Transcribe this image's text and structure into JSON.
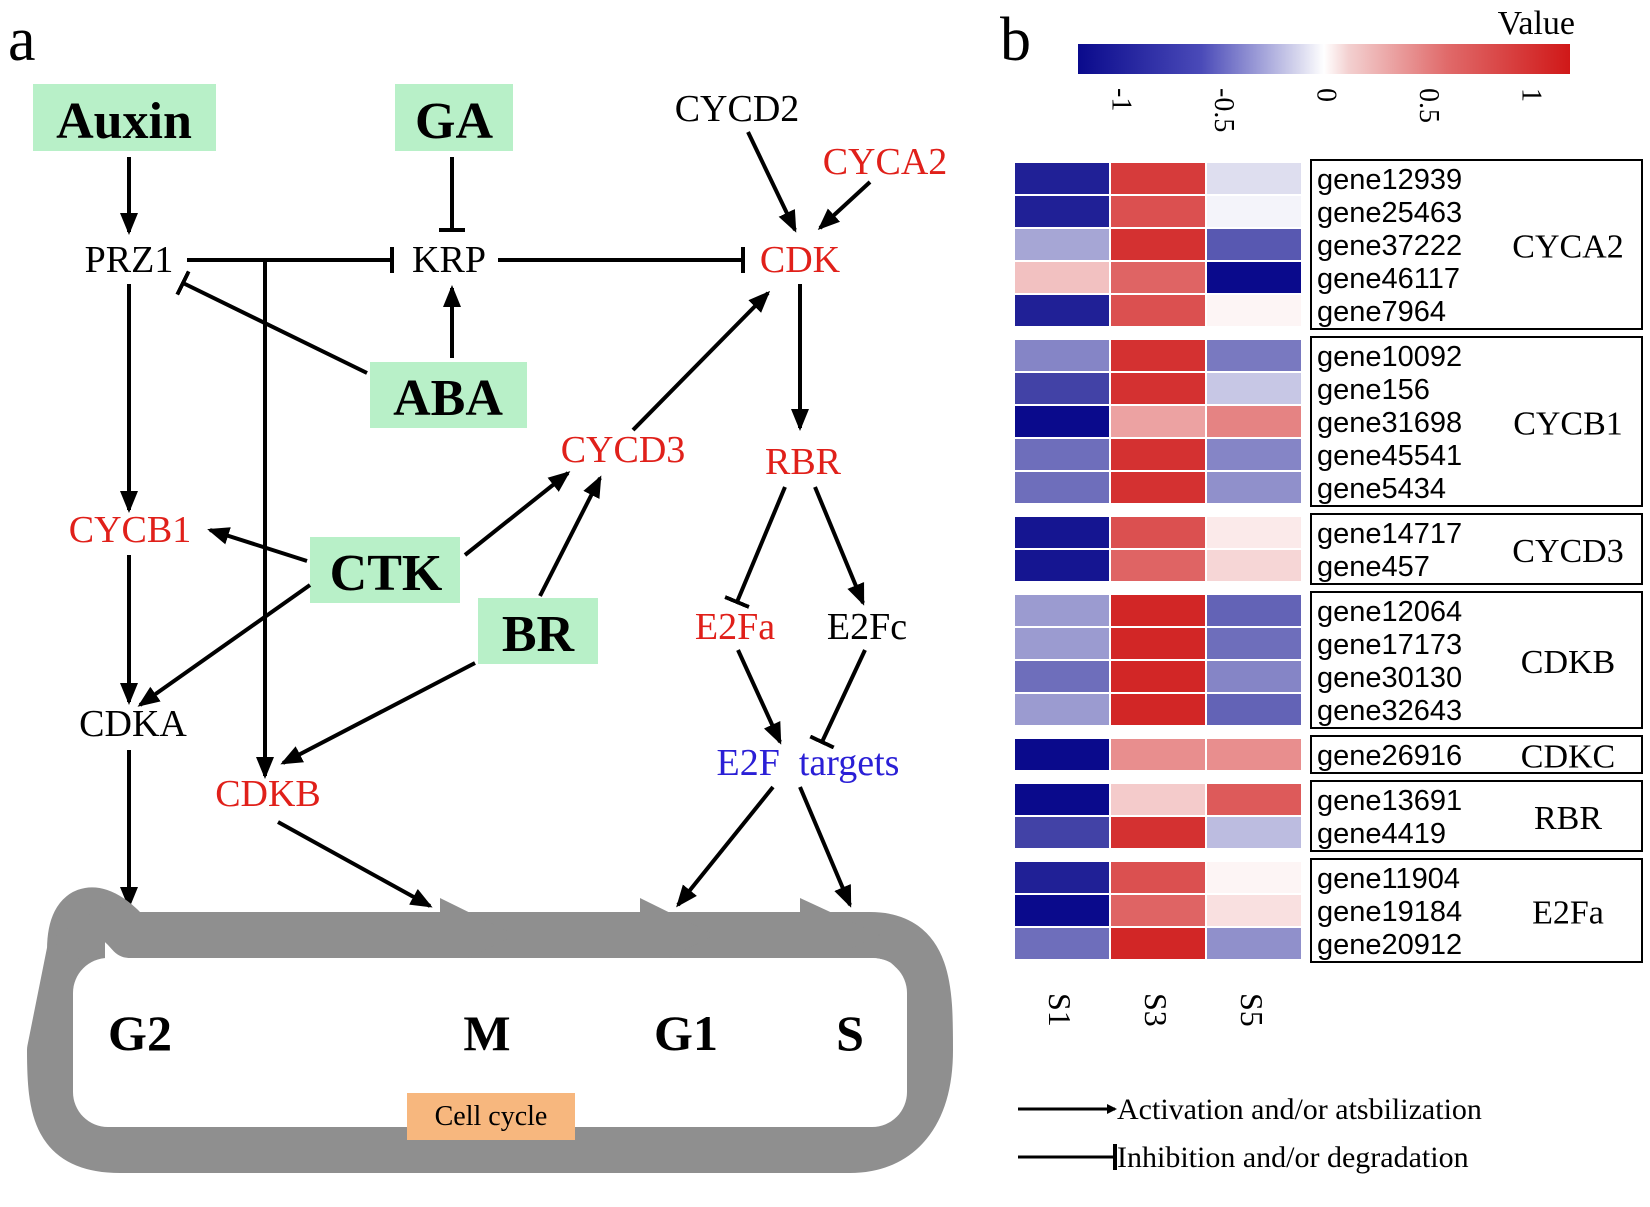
{
  "panel_a": {
    "letter": "a",
    "hormones": {
      "auxin": "Auxin",
      "ga": "GA",
      "aba": "ABA",
      "ctk": "CTK",
      "br": "BR"
    },
    "nodes": {
      "cycd2": "CYCD2",
      "cyca2": "CYCA2",
      "prz1": "PRZ1",
      "krp": "KRP",
      "cdk": "CDK",
      "cycd3": "CYCD3",
      "rbr": "RBR",
      "cycb1": "CYCB1",
      "e2fa": "E2Fa",
      "e2fc": "E2Fc",
      "cdka": "CDKA",
      "e2f_targets": "E2F  targets",
      "cdkb": "CDKB"
    },
    "phases": {
      "g2": "G2",
      "m": "M",
      "g1": "G1",
      "s": "S"
    },
    "cell_cycle_label": "Cell cycle"
  },
  "colors": {
    "hormone_box": "#b8f0c8",
    "red_text": "#e0201a",
    "blue_text": "#2a1fd6",
    "cycle_gray": "#8f8f8f",
    "cell_cycle_box": "#f7b77e"
  },
  "panel_b": {
    "letter": "b",
    "legend_title": "Value",
    "colorbar_ticks": [
      "-1",
      "-0.5",
      "0",
      "0.5",
      "1"
    ],
    "columns": [
      "S1",
      "S3",
      "S5"
    ],
    "groups": [
      {
        "name": "CYCA2",
        "genes": [
          "gene12939",
          "gene25463",
          "gene37222",
          "gene46117",
          "gene7964"
        ]
      },
      {
        "name": "CYCB1",
        "genes": [
          "gene10092",
          "gene156",
          "gene31698",
          "gene45541",
          "gene5434"
        ]
      },
      {
        "name": "CYCD3",
        "genes": [
          "gene14717",
          "gene457"
        ]
      },
      {
        "name": "CDKB",
        "genes": [
          "gene12064",
          "gene17173",
          "gene30130",
          "gene32643"
        ]
      },
      {
        "name": "CDKC",
        "genes": [
          "gene26916"
        ]
      },
      {
        "name": "RBR",
        "genes": [
          "gene13691",
          "gene4419"
        ]
      },
      {
        "name": "E2Fa",
        "genes": [
          "gene11904",
          "gene19184",
          "gene20912"
        ]
      }
    ],
    "heatmap_values": [
      [
        -1.0,
        0.95,
        -0.15
      ],
      [
        -1.0,
        0.85,
        -0.05
      ],
      [
        -0.4,
        1.0,
        -0.75
      ],
      [
        0.3,
        0.75,
        -1.1
      ],
      [
        -1.0,
        0.85,
        0.05
      ],
      [
        -0.55,
        1.0,
        -0.6
      ],
      [
        -0.85,
        1.0,
        -0.25
      ],
      [
        -1.1,
        0.45,
        0.6
      ],
      [
        -0.65,
        1.0,
        -0.55
      ],
      [
        -0.65,
        1.0,
        -0.5
      ],
      [
        -1.05,
        0.85,
        0.1
      ],
      [
        -1.05,
        0.75,
        0.2
      ],
      [
        -0.45,
        1.05,
        -0.7
      ],
      [
        -0.45,
        1.05,
        -0.65
      ],
      [
        -0.65,
        1.05,
        -0.55
      ],
      [
        -0.45,
        1.05,
        -0.7
      ],
      [
        -1.1,
        0.55,
        0.55
      ],
      [
        -1.1,
        0.25,
        0.8
      ],
      [
        -0.85,
        1.0,
        -0.3
      ],
      [
        -1.0,
        0.85,
        0.05
      ],
      [
        -1.1,
        0.75,
        0.15
      ],
      [
        -0.65,
        1.05,
        -0.5
      ]
    ],
    "arrow_legend": {
      "activation": "Activation and/or atsbilization",
      "inhibition": "Inhibition and/or degradation"
    }
  }
}
